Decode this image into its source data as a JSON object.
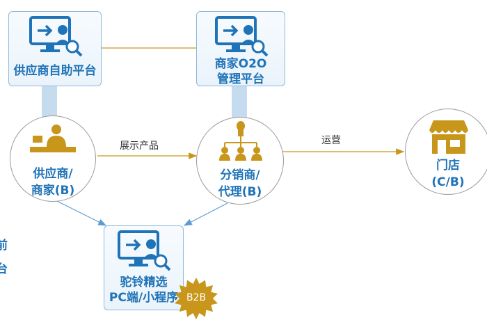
{
  "colors": {
    "accent_blue": "#1f73b7",
    "gold": "#c8961a",
    "border_blue": "#8fb9d9",
    "connector_bar": "#c5dcef",
    "arrow_blue": "#5b9bd5"
  },
  "platforms": {
    "supplier_platform": {
      "label": "供应商自助平台",
      "icon": "computer-user-search-icon"
    },
    "merchant_platform": {
      "label_line1": "商家O2O",
      "label_line2": "管理平台",
      "icon": "computer-user-search-icon"
    },
    "mini_program": {
      "label_line1": "驼铃精选",
      "label_line2": "PC端/小程序",
      "icon": "computer-user-search-icon"
    }
  },
  "nodes": {
    "supplier": {
      "label_line1": "供应商/",
      "label_line2": "商家(B)",
      "icon": "desk-person-icon"
    },
    "distributor": {
      "label_line1": "分销商/",
      "label_line2": "代理(B)",
      "icon": "org-tree-icon"
    },
    "store": {
      "label_line1": "门店",
      "label_line2": "(C/B)",
      "icon": "storefront-icon"
    }
  },
  "edges": {
    "show_products": "展示产品",
    "operate": "运营"
  },
  "badge": {
    "text": "B2B"
  },
  "left_edge_text": [
    "前",
    "台"
  ]
}
